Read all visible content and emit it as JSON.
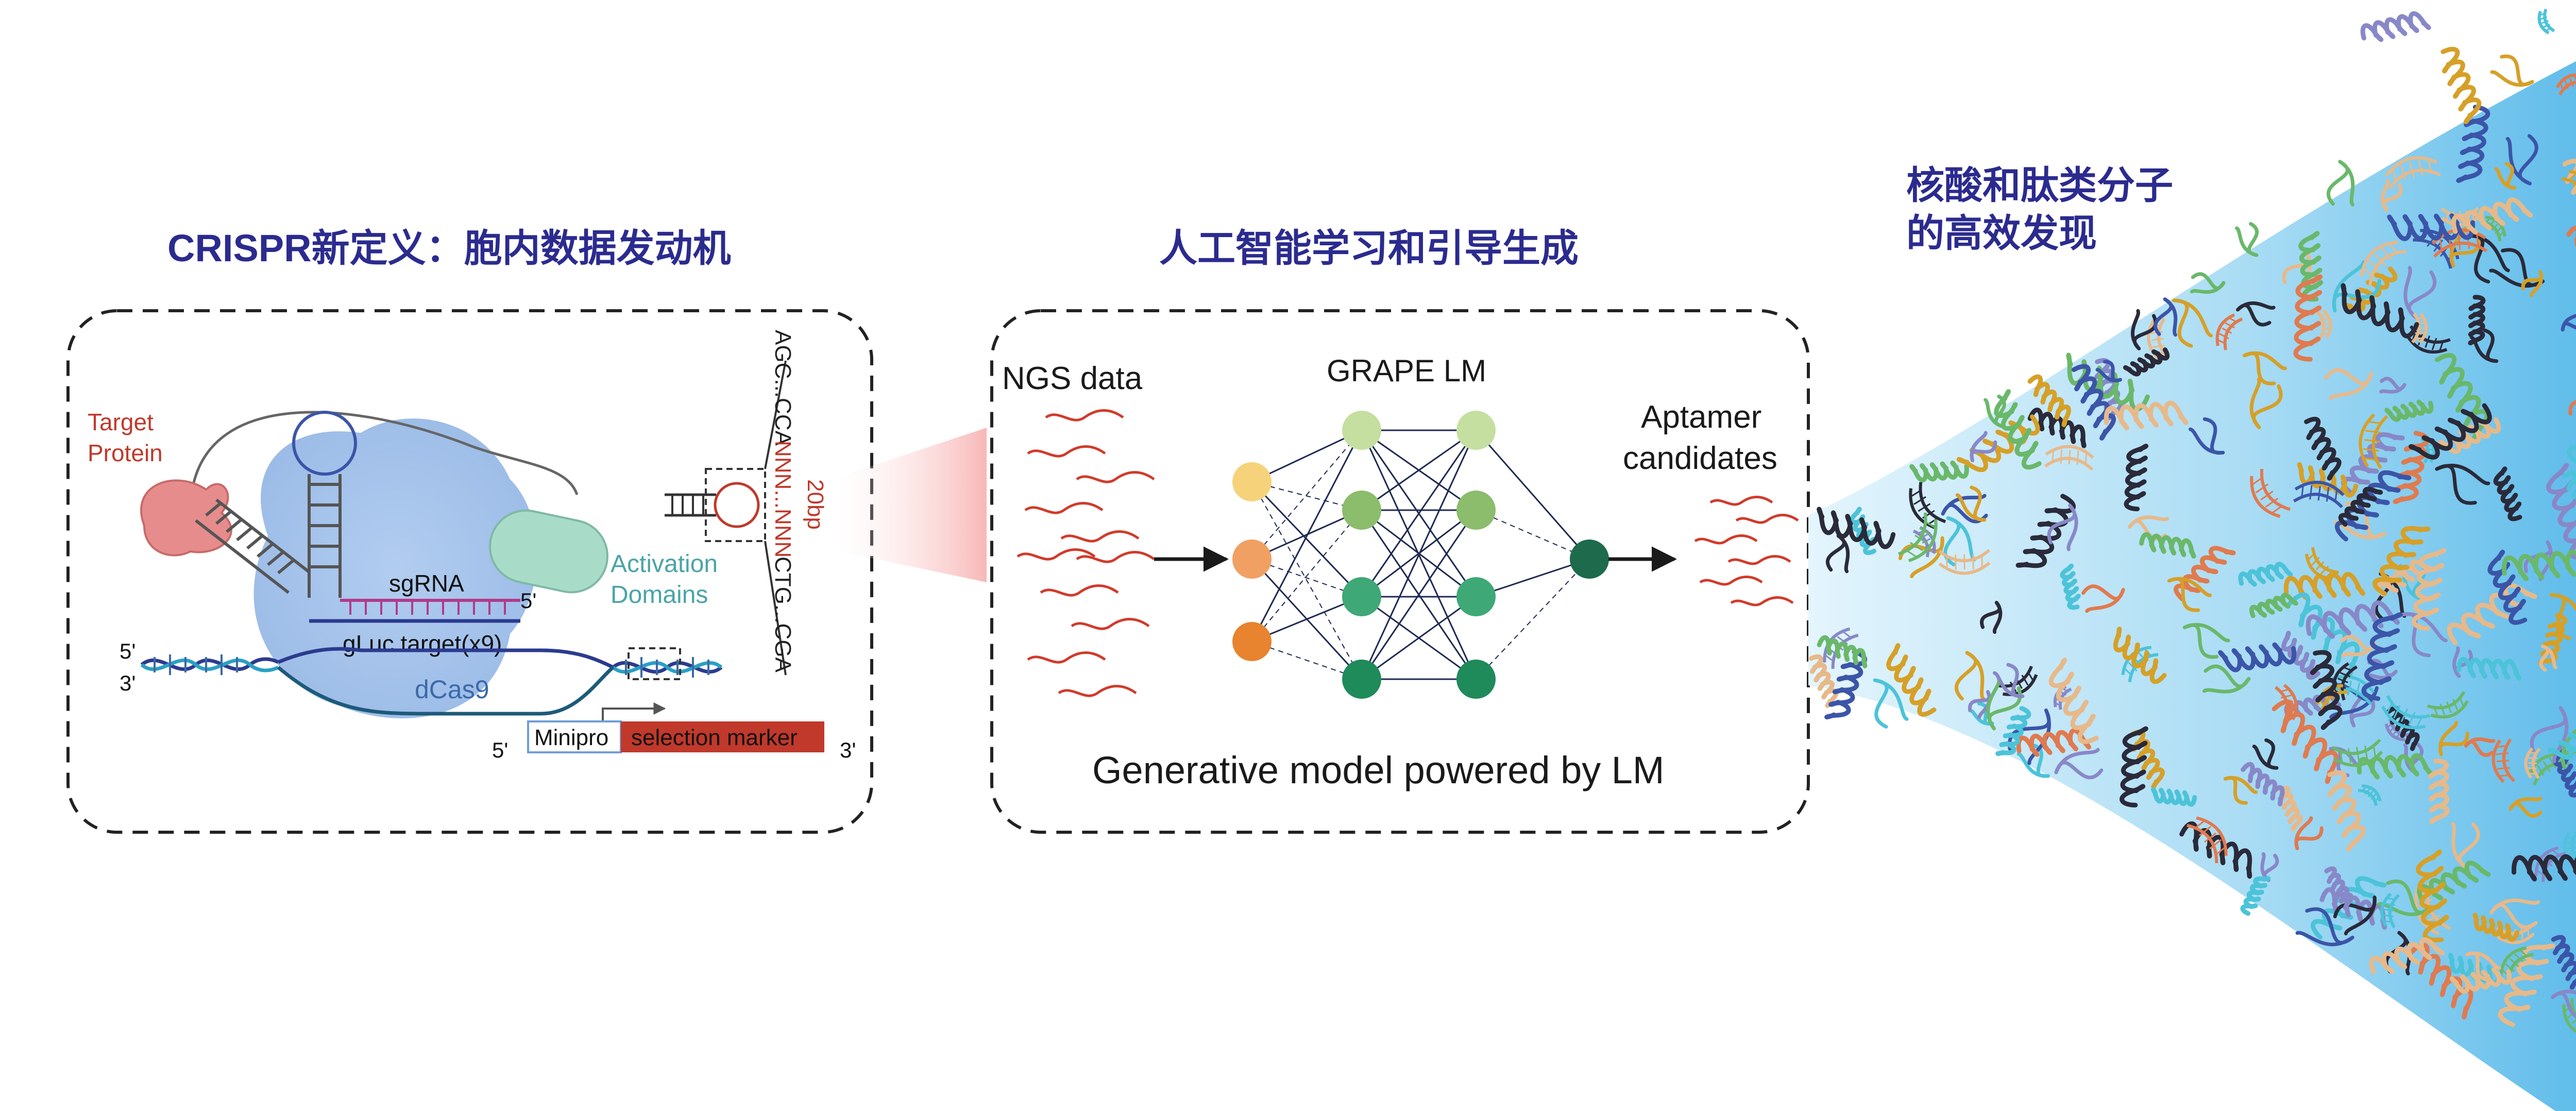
{
  "panel1": {
    "title": "CRISPR新定义：胞内数据发动机",
    "target_protein_line1": "Target",
    "target_protein_line2": "Protein",
    "activation_line1": "Activation",
    "activation_line2": "Domains",
    "sgrna": "sgRNA",
    "gluc_target": "gLuc target(x9)",
    "dcas9": "dCas9",
    "five_prime_a": "5'",
    "five_prime_b": "5'",
    "three_prime_a": "3'",
    "five_prime_c": "5'",
    "three_prime_c": "3'",
    "minipro": "Minipro",
    "selection_marker": "selection marker",
    "seq_top": "AGC...CCA",
    "seq_nnn": "NNN...NNN",
    "seq_bottom": "CTG...CGA",
    "bp_label": "20bp"
  },
  "panel2": {
    "title": "人工智能学习和引导生成",
    "ngs_label": "NGS data",
    "model_label": "GRAPE LM",
    "aptamer_line1": "Aptamer",
    "aptamer_line2": "candidates",
    "caption": "Generative model powered by LM"
  },
  "panel3": {
    "title_line1": "核酸和肽类分子",
    "title_line2": "的高效发现"
  },
  "colors": {
    "title": "#2b2b8f",
    "accent_red": "#c0392b",
    "nn_input": [
      "#f6d27a",
      "#f0a062",
      "#e8832f"
    ],
    "nn_hidden": [
      "#c5dfa0",
      "#8bbd6c",
      "#3fa877",
      "#1f8a5a"
    ],
    "nn_output": "#1d6b4c",
    "protein_colors": [
      "#e07a4f",
      "#3b55a8",
      "#2a2a3a",
      "#4cc3d9",
      "#d6a028",
      "#6ab86a",
      "#8888c8",
      "#e7b98a"
    ]
  }
}
